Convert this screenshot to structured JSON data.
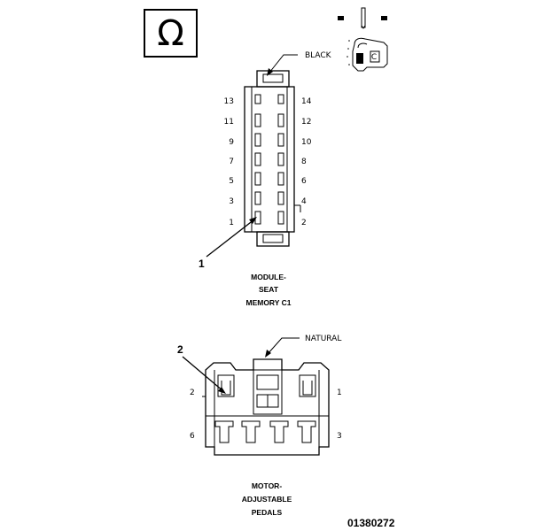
{
  "diagram": {
    "ohm_symbol": "Ω",
    "connector_c1": {
      "wire_color_label": "BLACK",
      "pins_left": [
        "13",
        "11",
        "9",
        "7",
        "5",
        "3",
        "1"
      ],
      "pins_right": [
        "14",
        "12",
        "10",
        "8",
        "6",
        "4",
        "2"
      ],
      "callout": "1",
      "caption_lines": [
        "MODULE-",
        "SEAT",
        "MEMORY C1"
      ]
    },
    "connector_pedals": {
      "wire_color_label": "NATURAL",
      "pins": {
        "top_left": "2",
        "top_right": "1",
        "bottom_left": "6",
        "bottom_right": "3"
      },
      "callout": "2",
      "caption_lines": [
        "MOTOR-",
        "ADJUSTABLE",
        "PEDALS"
      ]
    },
    "figure_id": "01380272"
  }
}
